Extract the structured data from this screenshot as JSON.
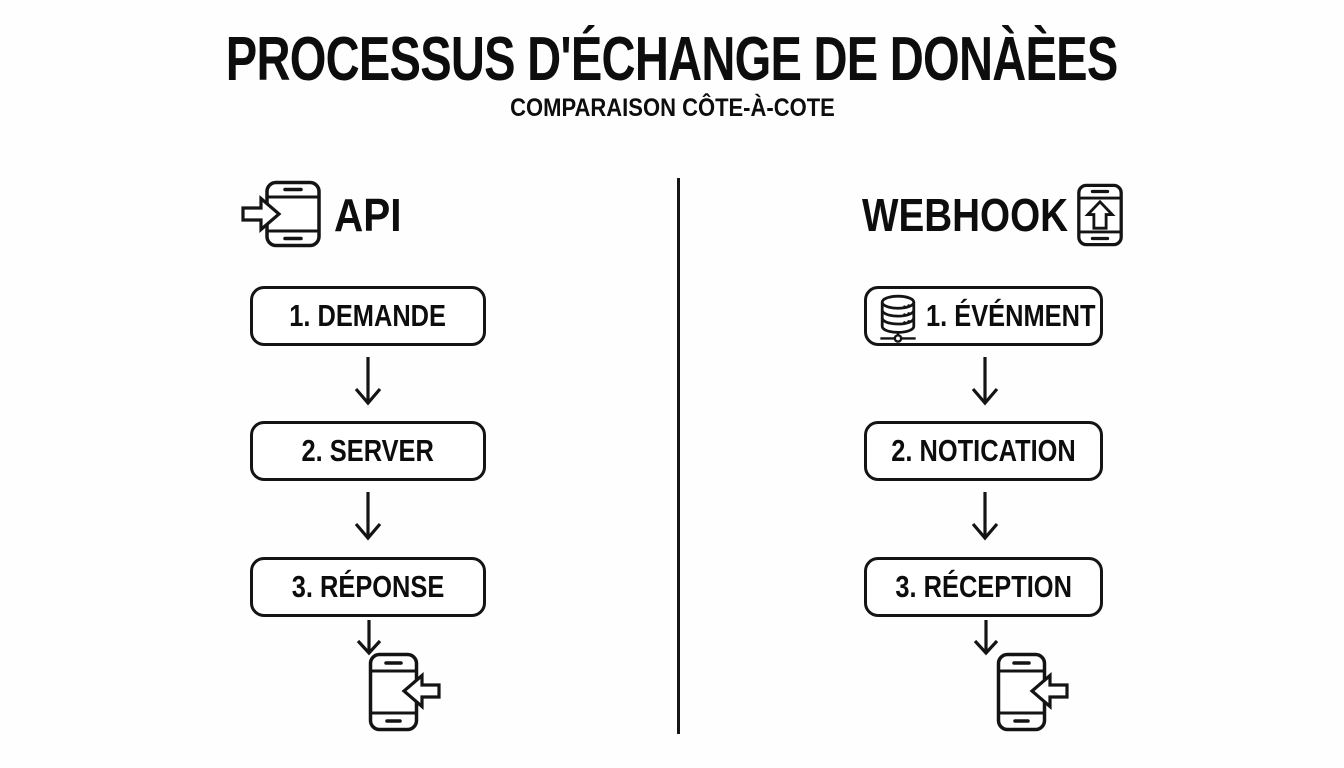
{
  "header": {
    "title": "PROCESSUS D'ÉCHANGE DE DONÀÈES",
    "subtitle": "COMPARAISON CÔTE-À-COTE"
  },
  "left_column": {
    "label": "API",
    "header_icon": "phone-arrow-in-icon",
    "steps": [
      {
        "label": "1. DEMANDE"
      },
      {
        "label": "2. SERVER"
      },
      {
        "label": "3. RÉPONSE"
      }
    ],
    "footer_icon": "phone-receive-icon"
  },
  "right_column": {
    "label": "WEBHOOK",
    "header_icon": "phone-arrow-up-icon",
    "steps": [
      {
        "label": "1. ÉVÉNMENT",
        "icon": "database-network-icon"
      },
      {
        "label": "2. NOTICATION"
      },
      {
        "label": "3. RÉCEPTION"
      }
    ],
    "footer_icon": "phone-receive-icon"
  },
  "icons": {
    "flow_connector": "down-arrow-icon"
  },
  "colors": {
    "ink": "#111111",
    "background": "#ffffff"
  }
}
